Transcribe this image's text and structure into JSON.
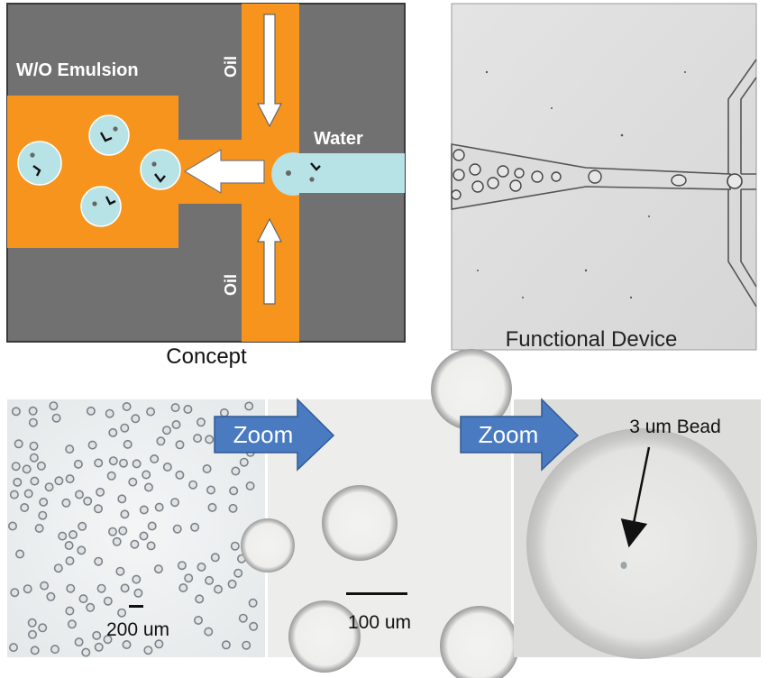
{
  "concept": {
    "emulsion_label": "W/O Emulsion",
    "oil_top_label": "Oil",
    "oil_bottom_label": "Oil",
    "water_label": "Water",
    "caption": "Concept",
    "colors": {
      "oil": "#f7941d",
      "wall": "#717171",
      "water": "#b7e2e6",
      "outline": "#3a3a3a"
    }
  },
  "device": {
    "caption": "Functional Device"
  },
  "micrographs": {
    "zoom_label_1": "Zoom",
    "zoom_label_2": "Zoom",
    "scale_1": "200 um",
    "scale_2": "100 um",
    "bead_label": "3 um Bead",
    "colors": {
      "arrow": "#4a7bc0",
      "arrow_edge": "#2f5b96"
    }
  }
}
